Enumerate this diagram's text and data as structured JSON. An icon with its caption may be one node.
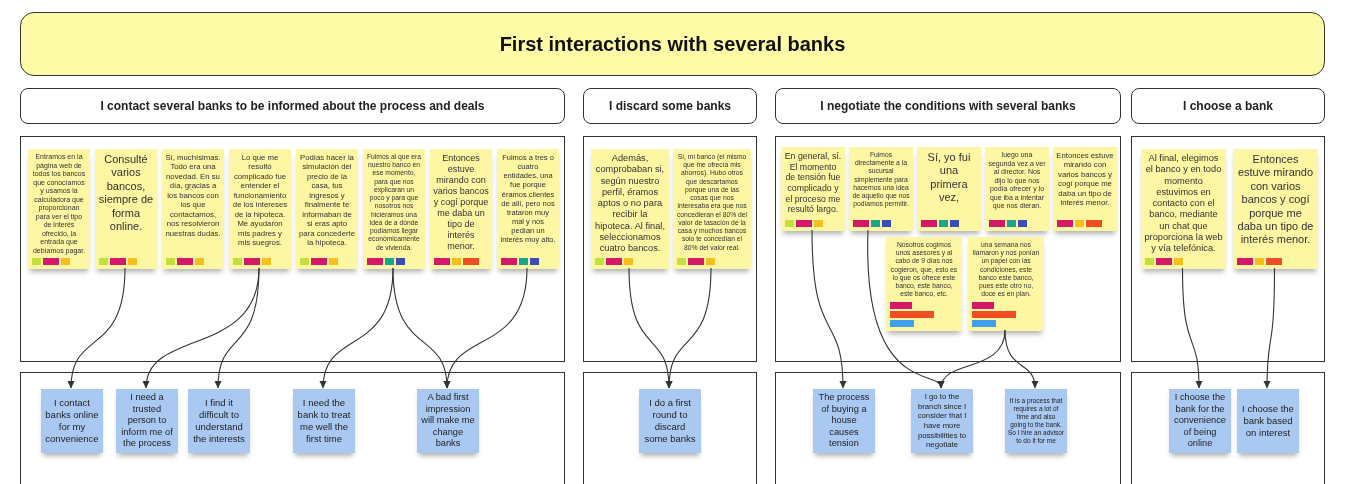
{
  "diagram": {
    "nodes": [
      {
        "text": [
          "First interactions with several banks"
        ]
      },
      {
        "text": [
          "I contact several banks to be informed about the process and deals"
        ]
      },
      {
        "text": [
          "I discard some banks"
        ]
      },
      {
        "text": [
          "I negotiate the conditions with several banks"
        ]
      },
      {
        "text": [
          "I choose a bank"
        ]
      },
      {
        "text": [],
        "shape": "box"
      },
      {
        "text": [
          "Entramos en la página web de todos los bancos que conocíamos y usamos la calculadora que proporcionan para ver el tipo de interés ofrecido, la entrada que debíamos pagar."
        ],
        "in": 5
      },
      {
        "text": [
          "Consulté varios bancos, siempre de forma online."
        ],
        "in": 5
      },
      {
        "text": [
          "Sí, muchísimas. Todo era una novedad. En su día, gracias a los bancos con los que contactamos, nos resolvieron nuestras dudas."
        ],
        "in": 5
      },
      {
        "text": [
          "Lo que me resultó complicado fue entender el funcionamiento de los intereses de la hipoteca. Me ayudaron mis padres y mis suegros."
        ],
        "in": 5
      },
      {
        "text": [
          "Podías hacer la simulación del precio de la casa, tus ingresos y finalmente te informaban de si eras apto para concederte la hipoteca."
        ],
        "in": 5
      },
      {
        "text": [
          "Fuimos al que era nuestro banco en ese momento, para que nos explicaran un poco y para que nosotros nos hiciéramos una idea de a dónde podíamos llegar económicamente de vivienda."
        ],
        "in": 5
      },
      {
        "text": [
          "Entonces estuve mirando con varios bancos y cogí porque me daba un tipo de interés menor."
        ],
        "in": 5
      },
      {
        "text": [
          "Fuimos a tres o cuatro entidades, una fue porque éramos clientes de allí, pero nos trataron muy mal y nos pedían un interés muy alto."
        ],
        "in": 5
      },
      {
        "text": [],
        "shape": "box"
      },
      {
        "text": [
          "Además, comprobaban si, según nuestro perfil, éramos aptos o no para recibir la hipoteca. Al final, seleccionamos cuatro bancos."
        ],
        "in": 14
      },
      {
        "text": [
          "Sí, mi banco (el mismo que me ofrecía mis ahorros). Hubo otros que descartamos porque una de las cosas que nos interesaba era que nos concedieran el 80% del valor de tasación de la casa y muchos bancos solo te concedían el 80% del valor real."
        ],
        "in": 14
      },
      {
        "text": [],
        "shape": "box"
      },
      {
        "text": [
          "En general, sí. El momento de tensión fue complicado y el proceso me resultó largo."
        ],
        "in": 17
      },
      {
        "text": [
          "Fuimos directamente a la sucursal simplemente para hacernos una idea de aquello que nos podíamos permitir."
        ],
        "in": 17
      },
      {
        "text": [
          "Sí, yo fui una primera vez,"
        ],
        "in": 17
      },
      {
        "text": [
          "luego una segunda vez a ver al director. Nos dijo lo que nos podía ofrecer y lo que iba a intentar que nos dieran."
        ],
        "in": 17
      },
      {
        "text": [
          "Entonces estuve mirando con varios bancos y cogí porque me daba un tipo de interés menor."
        ],
        "in": 17
      },
      {
        "text": [
          "Nosotros cogimos unos asesores y al cabo de 9 días nos cogieron, que, esto es lo que os ofrece este banco, este banco, este banco, etc."
        ],
        "in": 17
      },
      {
        "text": [
          "una semana nos llamaron y nos ponían un papel con las condiciones, este banco este banco, pues este otro no, doce es en plan."
        ],
        "in": 17
      },
      {
        "text": [],
        "shape": "box"
      },
      {
        "text": [
          "Al final, elegimos el banco y en todo momento estuvimos en contacto con el banco, mediante un chat que proporciona la web y vía telefónica."
        ],
        "in": 25
      },
      {
        "text": [
          "Entonces estuve mirando con varios bancos y cogí porque me daba un tipo de interés menor."
        ],
        "in": 25
      },
      {
        "text": [],
        "shape": "box"
      },
      {
        "text": [
          "I contact banks online for my convenience"
        ],
        "in": 28
      },
      {
        "text": [
          "I need a trusted person to inform me of the process"
        ],
        "in": 28
      },
      {
        "text": [
          "I find it difficult to understand the interests"
        ],
        "in": 28
      },
      {
        "text": [
          "I need the bank to treat me well the first time"
        ],
        "in": 28
      },
      {
        "text": [
          "A bad first impression will make me change banks"
        ],
        "in": 28
      },
      {
        "text": [],
        "shape": "box"
      },
      {
        "text": [
          "I do a first round to discard some banks"
        ],
        "in": 34
      },
      {
        "text": [],
        "shape": "box"
      },
      {
        "text": [
          "The process of buying a house causes tension"
        ],
        "in": 36
      },
      {
        "text": [
          "I go to the branch since I consider that I have more possibilities to negotiate"
        ],
        "in": 36
      },
      {
        "text": [
          "It is a process that requires a lot of time and also going to the bank. So I hire an advisor to do it for me"
        ],
        "in": 36
      },
      {
        "text": [],
        "shape": "box"
      },
      {
        "text": [
          "I choose the bank for the convenience of being online"
        ],
        "in": 40
      },
      {
        "text": [
          "I choose the bank based on interest"
        ],
        "in": 40
      }
    ],
    "edges": [
      {
        "from": 7,
        "to": 29,
        "arrow": "to"
      },
      {
        "from": 9,
        "to": 30,
        "arrow": "to"
      },
      {
        "from": 9,
        "to": 31,
        "arrow": "to"
      },
      {
        "from": 11,
        "to": 32,
        "arrow": "to"
      },
      {
        "from": 11,
        "to": 33,
        "arrow": "to"
      },
      {
        "from": 13,
        "to": 33,
        "arrow": "to"
      },
      {
        "from": 15,
        "to": 35,
        "arrow": "to"
      },
      {
        "from": 16,
        "to": 35,
        "arrow": "to"
      },
      {
        "from": 18,
        "to": 37,
        "arrow": "to"
      },
      {
        "from": 19,
        "to": 38,
        "arrow": "to"
      },
      {
        "from": 24,
        "to": 38,
        "arrow": "to"
      },
      {
        "from": 24,
        "to": 39,
        "arrow": "to"
      },
      {
        "from": 26,
        "to": 41,
        "arrow": "to"
      },
      {
        "from": 27,
        "to": 42,
        "arrow": "to"
      }
    ]
  }
}
